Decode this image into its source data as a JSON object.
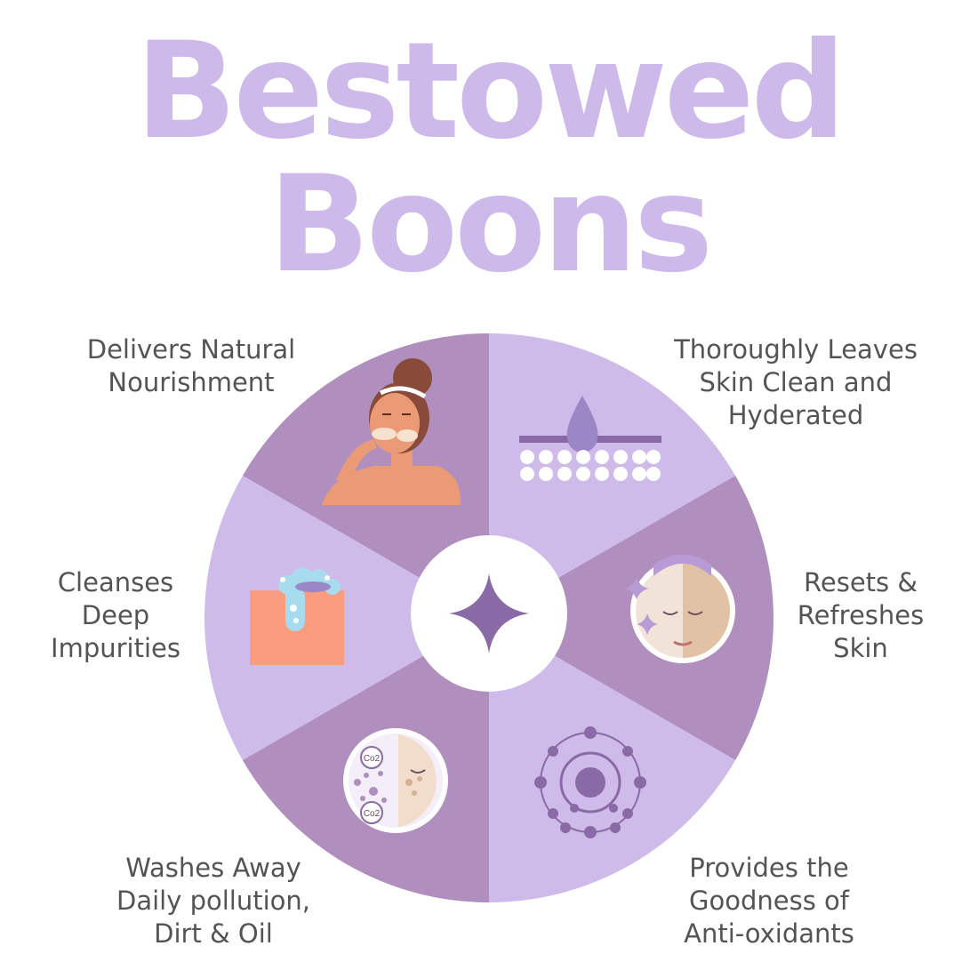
{
  "title": {
    "line1": "Bestowed",
    "line2": "Boons"
  },
  "colors": {
    "title": "#cdb9ea",
    "segment_dark": "#b08ebd",
    "segment_light": "#cfbbea",
    "label_text": "#545454",
    "center": "#ffffff",
    "star": "#8a6aa6"
  },
  "benefits": [
    {
      "label": "Delivers Natural\nNourishment",
      "icon": "woman-face-mask-icon"
    },
    {
      "label": "Thoroughly Leaves\nSkin Clean and\nHyderated",
      "icon": "skin-hydration-drop-icon"
    },
    {
      "label": "Cleanses\nDeep\nImpurities",
      "icon": "foam-cleansing-icon"
    },
    {
      "label": "Resets &\nRefreshes\nSkin",
      "icon": "refreshed-face-icon"
    },
    {
      "label": "Washes Away\nDaily pollution,\nDirt & Oil",
      "icon": "pollution-face-icon"
    },
    {
      "label": "Provides the\nGoodness of\nAnti-oxidants",
      "icon": "antioxidant-molecule-icon"
    }
  ],
  "pollution_badge": "Co2",
  "center_icon": "sparkle-icon"
}
